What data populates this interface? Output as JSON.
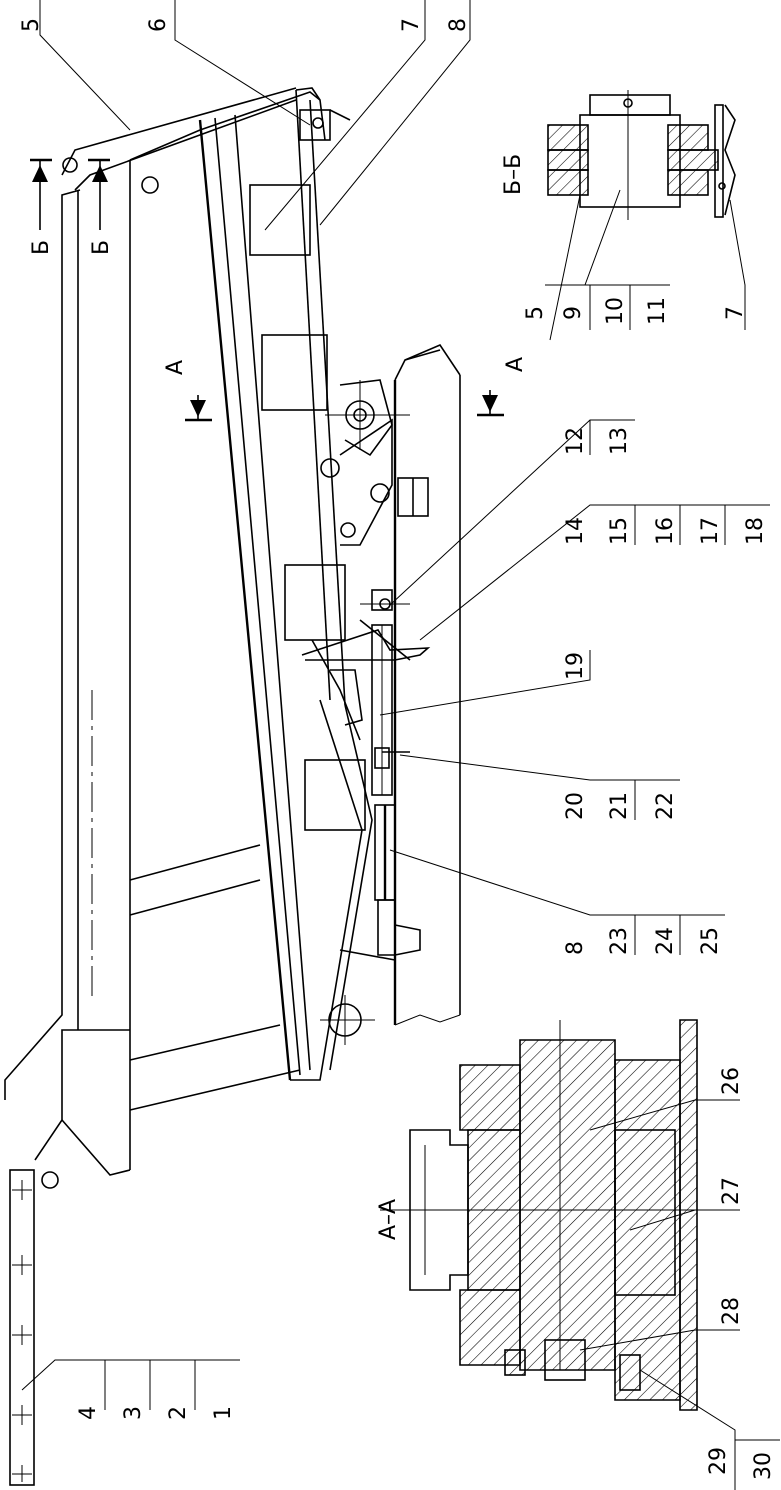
{
  "section_labels": {
    "aa_top": "А",
    "aa_bottom": "А",
    "aa_view": "А–А",
    "bb_left": "Б",
    "bb_right": "Б",
    "bb_view": "Б–Б"
  },
  "callouts": {
    "c1": "1",
    "c2": "2",
    "c3": "3",
    "c4": "4",
    "c5": "5",
    "c6": "6",
    "c7": "7",
    "c8": "8",
    "c9": "9",
    "c10": "10",
    "c11": "11",
    "c12": "12",
    "c13": "13",
    "c14": "14",
    "c15": "15",
    "c16": "16",
    "c17": "17",
    "c18": "18",
    "c19": "19",
    "c20": "20",
    "c21": "21",
    "c22": "22",
    "c8b": "8",
    "c23": "23",
    "c24": "24",
    "c25": "25",
    "c26": "26",
    "c27": "27",
    "c28": "28",
    "c29": "29",
    "c30": "30",
    "c5b": "5",
    "c7b": "7"
  }
}
